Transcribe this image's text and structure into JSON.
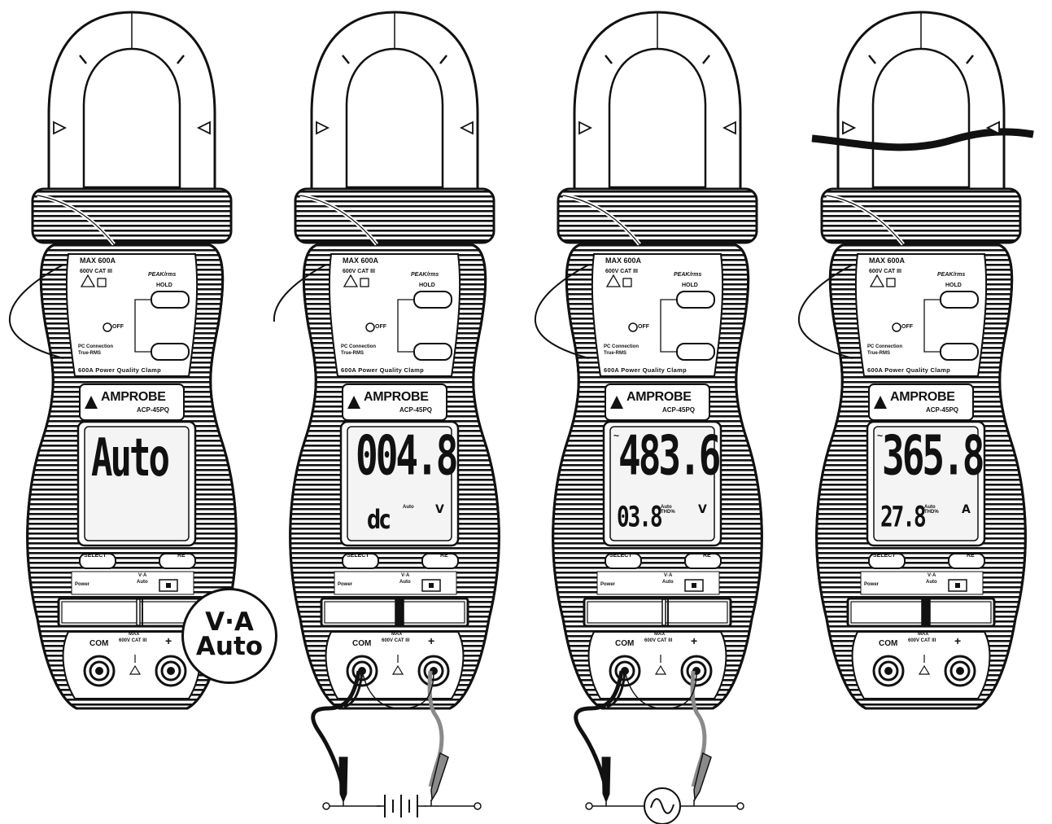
{
  "meter_labels": {
    "max_rating": "MAX 600A",
    "category": "600V CAT III",
    "peak_button": "PEAK/rms",
    "hold_button": "HOLD",
    "power_off_label": "OFF",
    "pc_connection": "PC Connection",
    "pc_connection_model": "True-RMS",
    "product_line": "600A Power Quality Clamp",
    "brand": "AMPROBE",
    "model": "ACP-45PQ",
    "select_button": "SELECT",
    "range_button": "RE",
    "power_label": "Power",
    "dial_va": "V·A",
    "dial_auto": "Auto",
    "com_jack": "COM",
    "input_rating": "600V CAT III",
    "max_small": "MAX",
    "plus_jack": "+"
  },
  "meters": [
    {
      "main": "Auto",
      "sub": "",
      "mode": "",
      "sub_tag": "",
      "unit": "",
      "ac_symbol": "",
      "leads_connected": false,
      "conductor_in_jaw": false,
      "source_symbol": "none",
      "switch_position": "va-auto"
    },
    {
      "main": "004.8",
      "sub": "",
      "mode": "dc",
      "sub_tag": "Auto",
      "unit": "V",
      "ac_symbol": "",
      "leads_connected": true,
      "conductor_in_jaw": false,
      "source_symbol": "battery",
      "switch_position": "center"
    },
    {
      "main": "483.6",
      "sub": "03.8",
      "mode": "",
      "sub_tag": "Auto\nTHD%",
      "unit": "V",
      "ac_symbol": "~",
      "leads_connected": true,
      "conductor_in_jaw": false,
      "source_symbol": "ac",
      "switch_position": "va-auto"
    },
    {
      "main": "365.8",
      "sub": "27.8",
      "mode": "",
      "sub_tag": "Auto\nTHD%",
      "unit": "A",
      "ac_symbol": "~",
      "leads_connected": false,
      "conductor_in_jaw": true,
      "source_symbol": "none",
      "switch_position": "center"
    }
  ],
  "callout": {
    "line1": "V·A",
    "line2": "Auto"
  },
  "colors": {
    "ink": "#111111",
    "lcd_background": "#f4f4f4",
    "probe_lead": "#8a8a8a",
    "paper": "#ffffff"
  }
}
